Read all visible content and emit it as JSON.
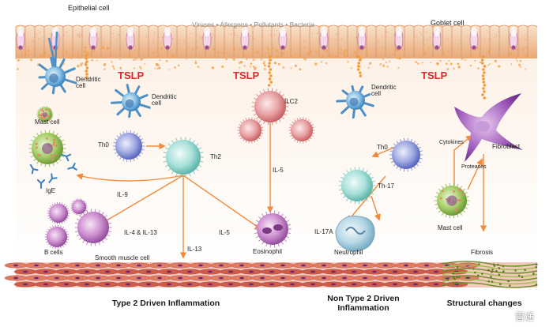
{
  "labels": {
    "epithelial_cell": "Epithelial cell",
    "goblet_cell": "Goblet cell",
    "triggers": "Viruses • Allergens • Pollutants • Bacteria",
    "tslp": "TSLP",
    "dendritic_cell": "Dendritic cell",
    "mast_cell": "Mast cell",
    "th0": "Th0",
    "th2": "Th2",
    "ilc2": "ILC2",
    "il5": "IL-5",
    "il9": "IL-9",
    "ige": "IgE",
    "b_cells": "B cells",
    "il4_il13": "IL-4 & IL-13",
    "il13": "IL-13",
    "eosinophil": "Eosinophil",
    "smooth_muscle_cell": "Smooth muscle cell",
    "th17": "Th-17",
    "il17a": "IL-17A",
    "neutrophil": "Neutrophil",
    "cytokines": "Cytokines",
    "proteases": "Proteases",
    "fibroblast": "Fibroblast",
    "fibrosis": "Fibrosis"
  },
  "sections": {
    "type2": "Type 2 Driven Inflammation",
    "non_type2": "Non Type 2 Driven Inflammation",
    "structural": "Structural changes"
  },
  "watermark": "雷递",
  "colors": {
    "tslp": "#e4262c",
    "arrow": "#f08a3c",
    "epithelium": "#f2c79f",
    "muscle": "#d66a55"
  }
}
